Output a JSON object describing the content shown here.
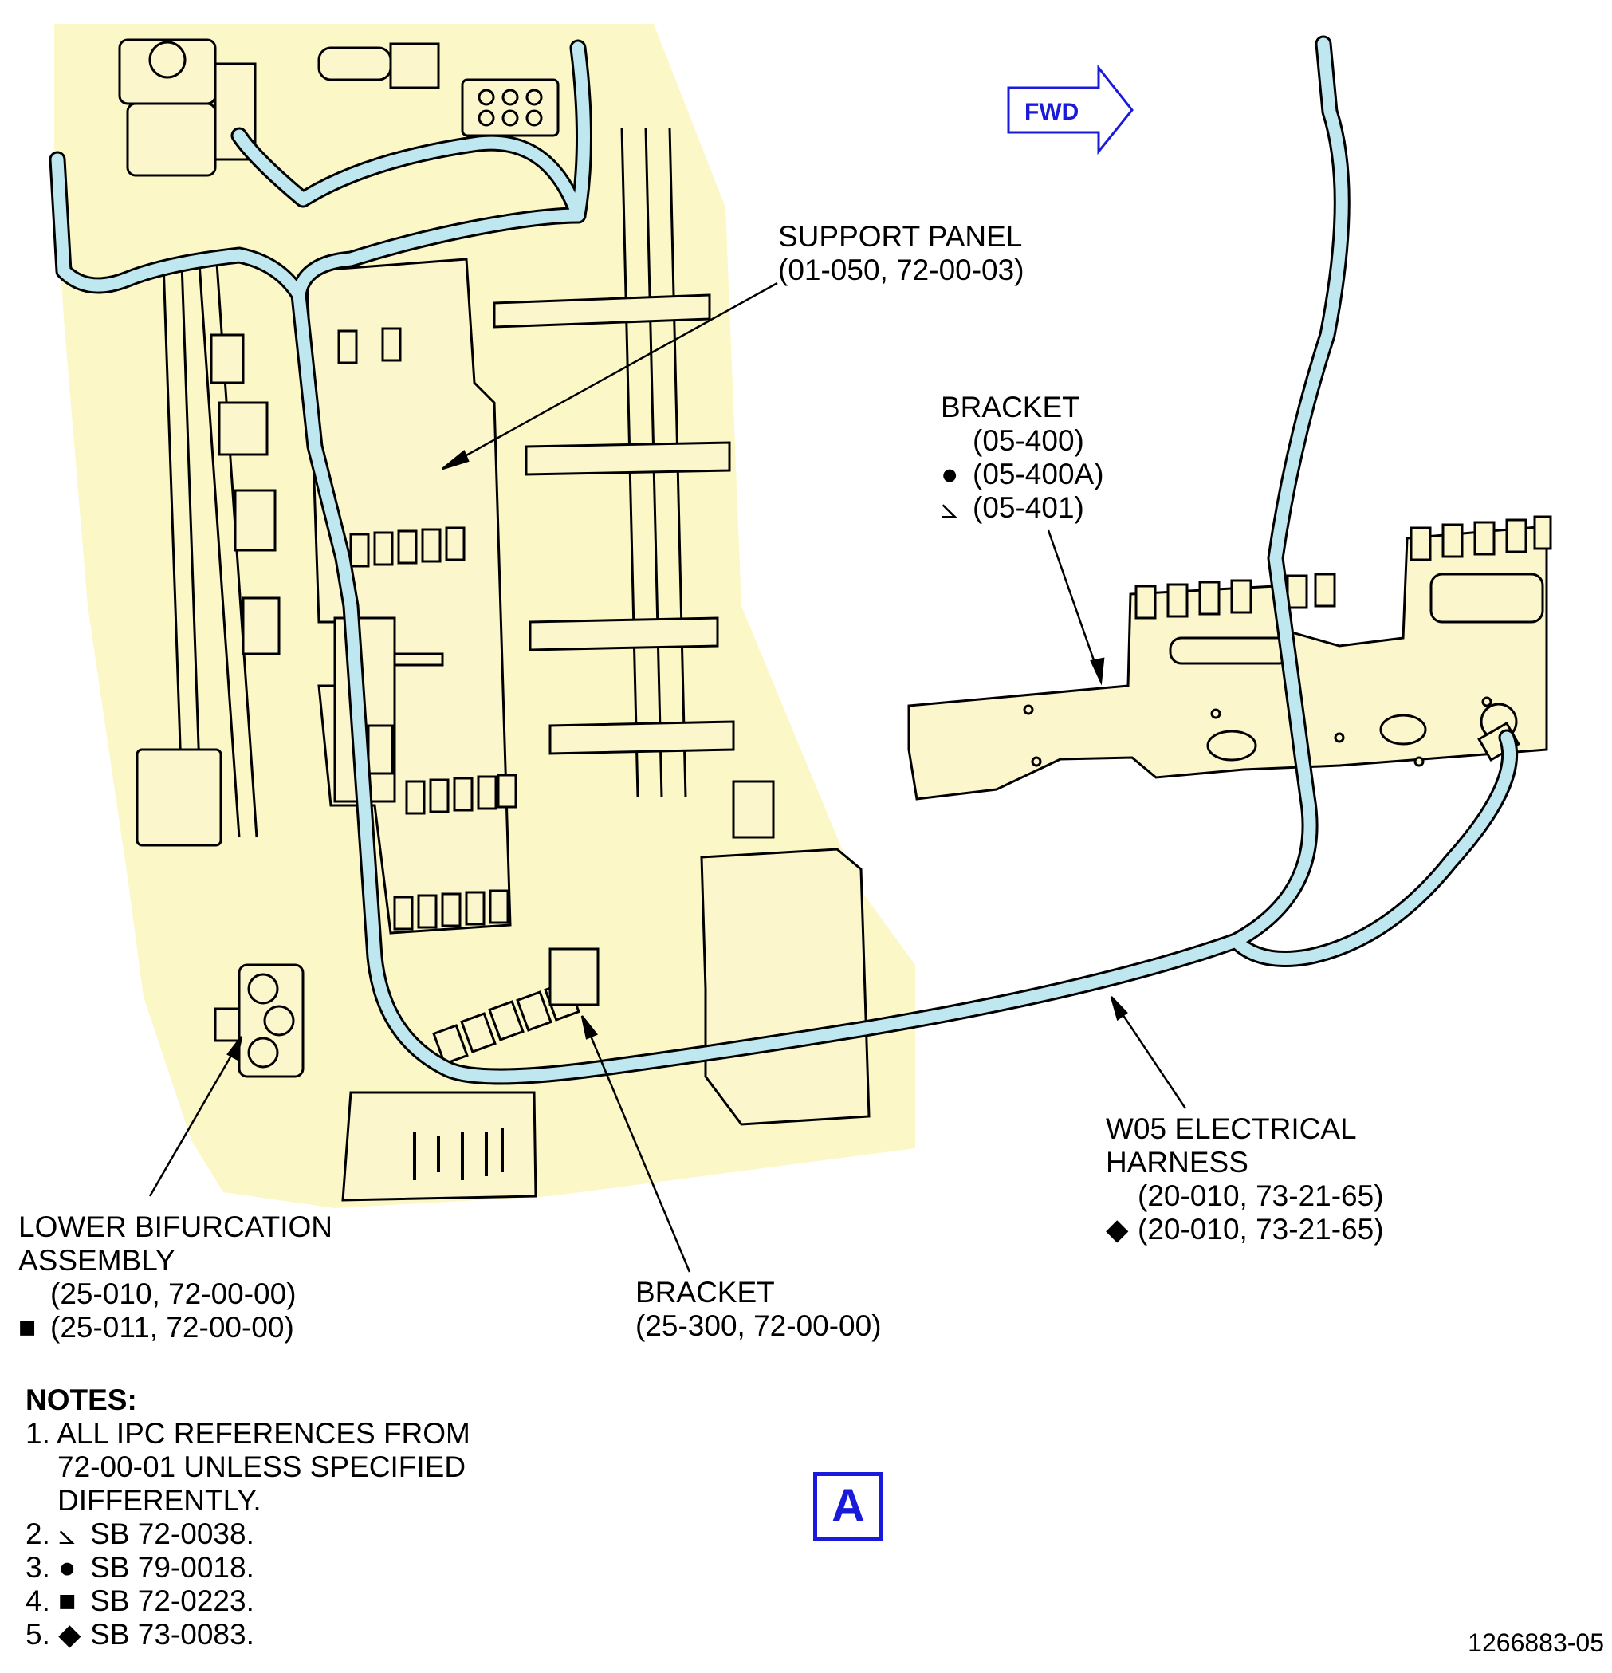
{
  "fwd_label": "FWD",
  "view_label": "A",
  "figure_number": "1266883-05",
  "colors": {
    "zone_fill": "#fbf7c6",
    "harness": "#bfe7f0",
    "part_fill": "#fbf6cc",
    "accent_blue": "#1a1adb"
  },
  "callouts": {
    "support_panel": {
      "name": "SUPPORT PANEL",
      "ref": "(01-050, 72-00-03)"
    },
    "bracket_top": {
      "name": "BRACKET",
      "ref1": "(05-400)",
      "sym2": "●",
      "ref2": "(05-400A)",
      "sym3": "⦣",
      "ref3": "(05-401)"
    },
    "w05_harness": {
      "name1": "W05 ELECTRICAL",
      "name2": "HARNESS",
      "ref1": "(20-010, 73-21-65)",
      "sym2": "◆",
      "ref2": "(20-010, 73-21-65)"
    },
    "lower_bifurcation": {
      "name1": "LOWER BIFURCATION",
      "name2": "ASSEMBLY",
      "ref1": "(25-010, 72-00-00)",
      "sym2": "■",
      "ref2": "(25-011, 72-00-00)"
    },
    "bracket_bottom": {
      "name": "BRACKET",
      "ref": "(25-300, 72-00-00)"
    }
  },
  "notes": {
    "title": "NOTES:",
    "n1_line1": "1. ALL IPC REFERENCES FROM",
    "n1_line2": "72-00-01 UNLESS SPECIFIED",
    "n1_line3": "DIFFERENTLY.",
    "n2_num": "2.",
    "n2_sym": "⦣",
    "n2_text": "SB 72-0038.",
    "n3_num": "3.",
    "n3_sym": "●",
    "n3_text": "SB 79-0018.",
    "n4_num": "4.",
    "n4_sym": "■",
    "n4_text": "SB 72-0223.",
    "n5_num": "5.",
    "n5_sym": "◆",
    "n5_text": "SB 73-0083."
  }
}
